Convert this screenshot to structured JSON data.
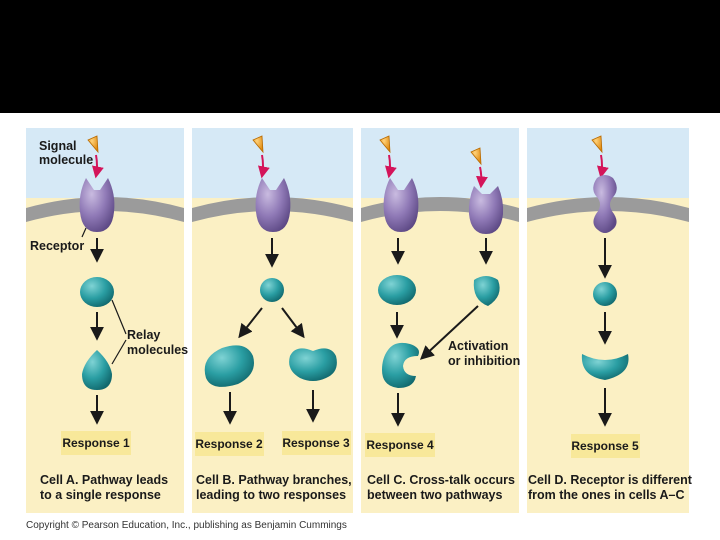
{
  "colors": {
    "top_band": "#000000",
    "cytoplasm": "#fbf0c4",
    "extracellular": "#d6e9f6",
    "membrane": "#9b9b9b",
    "receptor": "#8f79b6",
    "relay": "#2a9ea3",
    "signal": "#f0a030",
    "signal_arrow": "#d4145a",
    "response_box": "#f8e89a"
  },
  "labels": {
    "signal_line1": "Signal",
    "signal_line2": "molecule",
    "receptor": "Receptor",
    "relay_line1": "Relay",
    "relay_line2": "molecules",
    "activation_line1": "Activation",
    "activation_line2": "or inhibition"
  },
  "cells": [
    {
      "responses": [
        "Response 1"
      ],
      "caption_bold": "Cell A.",
      "caption_line1": " Pathway leads",
      "caption_line2": "to a single response"
    },
    {
      "responses": [
        "Response 2",
        "Response 3"
      ],
      "caption_bold": "Cell B.",
      "caption_line1": " Pathway branches,",
      "caption_line2": "leading to two responses"
    },
    {
      "responses": [
        "Response 4"
      ],
      "caption_bold": "Cell C.",
      "caption_line1": " Cross-talk occurs",
      "caption_line2": "between two pathways"
    },
    {
      "responses": [
        "Response 5"
      ],
      "caption_bold": "Cell D.",
      "caption_line1": " Receptor is different",
      "caption_line2": "from the ones in cells A–C"
    }
  ],
  "copyright": "Copyright © Pearson Education, Inc., publishing as Benjamin Cummings"
}
